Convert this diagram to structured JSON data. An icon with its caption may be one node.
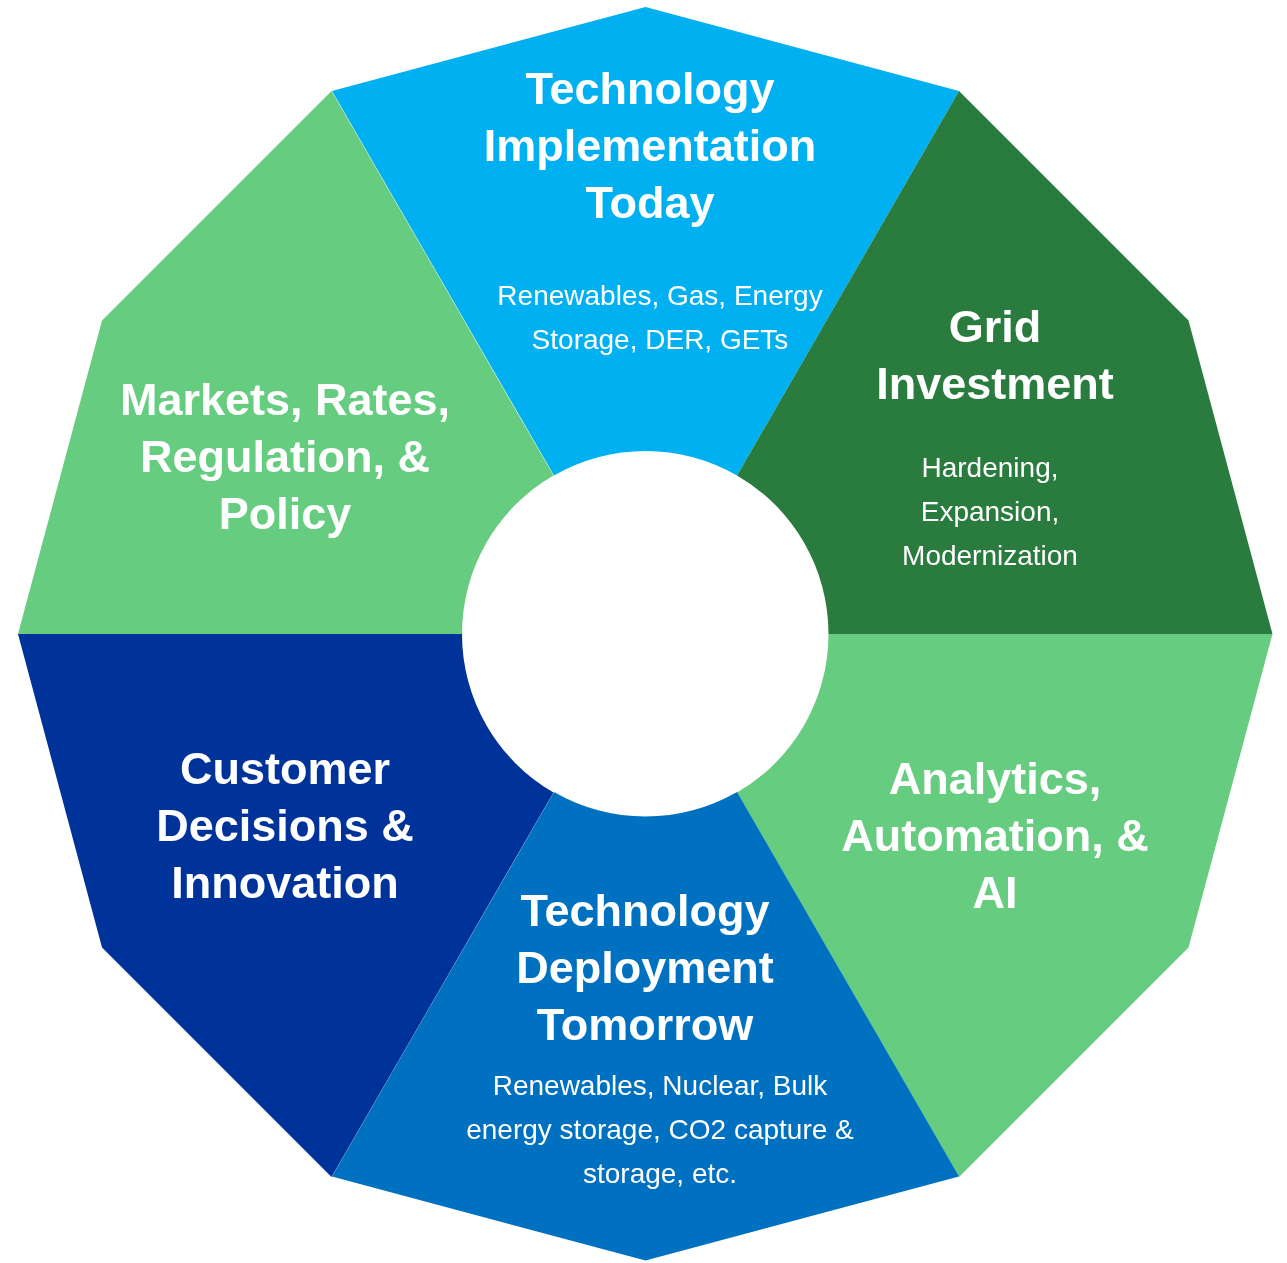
{
  "diagram": {
    "nodes": [
      {
        "text": [
          "Technology Implementation Today",
          "Renewables, Gas, Energy Storage, DER, GETs"
        ]
      },
      {
        "text": [
          "Grid Investment",
          "Hardening, Expansion, Modernization"
        ]
      },
      {
        "text": [
          "Analytics, Automation, & AI"
        ]
      },
      {
        "text": [
          "Technology Deployment Tomorrow",
          "Renewables, Nuclear, Bulk energy storage, CO2 capture & storage, etc."
        ]
      },
      {
        "text": [
          "Customer Decisions & Innovation"
        ]
      },
      {
        "text": [
          "Markets, Rates, Regulation, & Policy"
        ]
      }
    ]
  }
}
